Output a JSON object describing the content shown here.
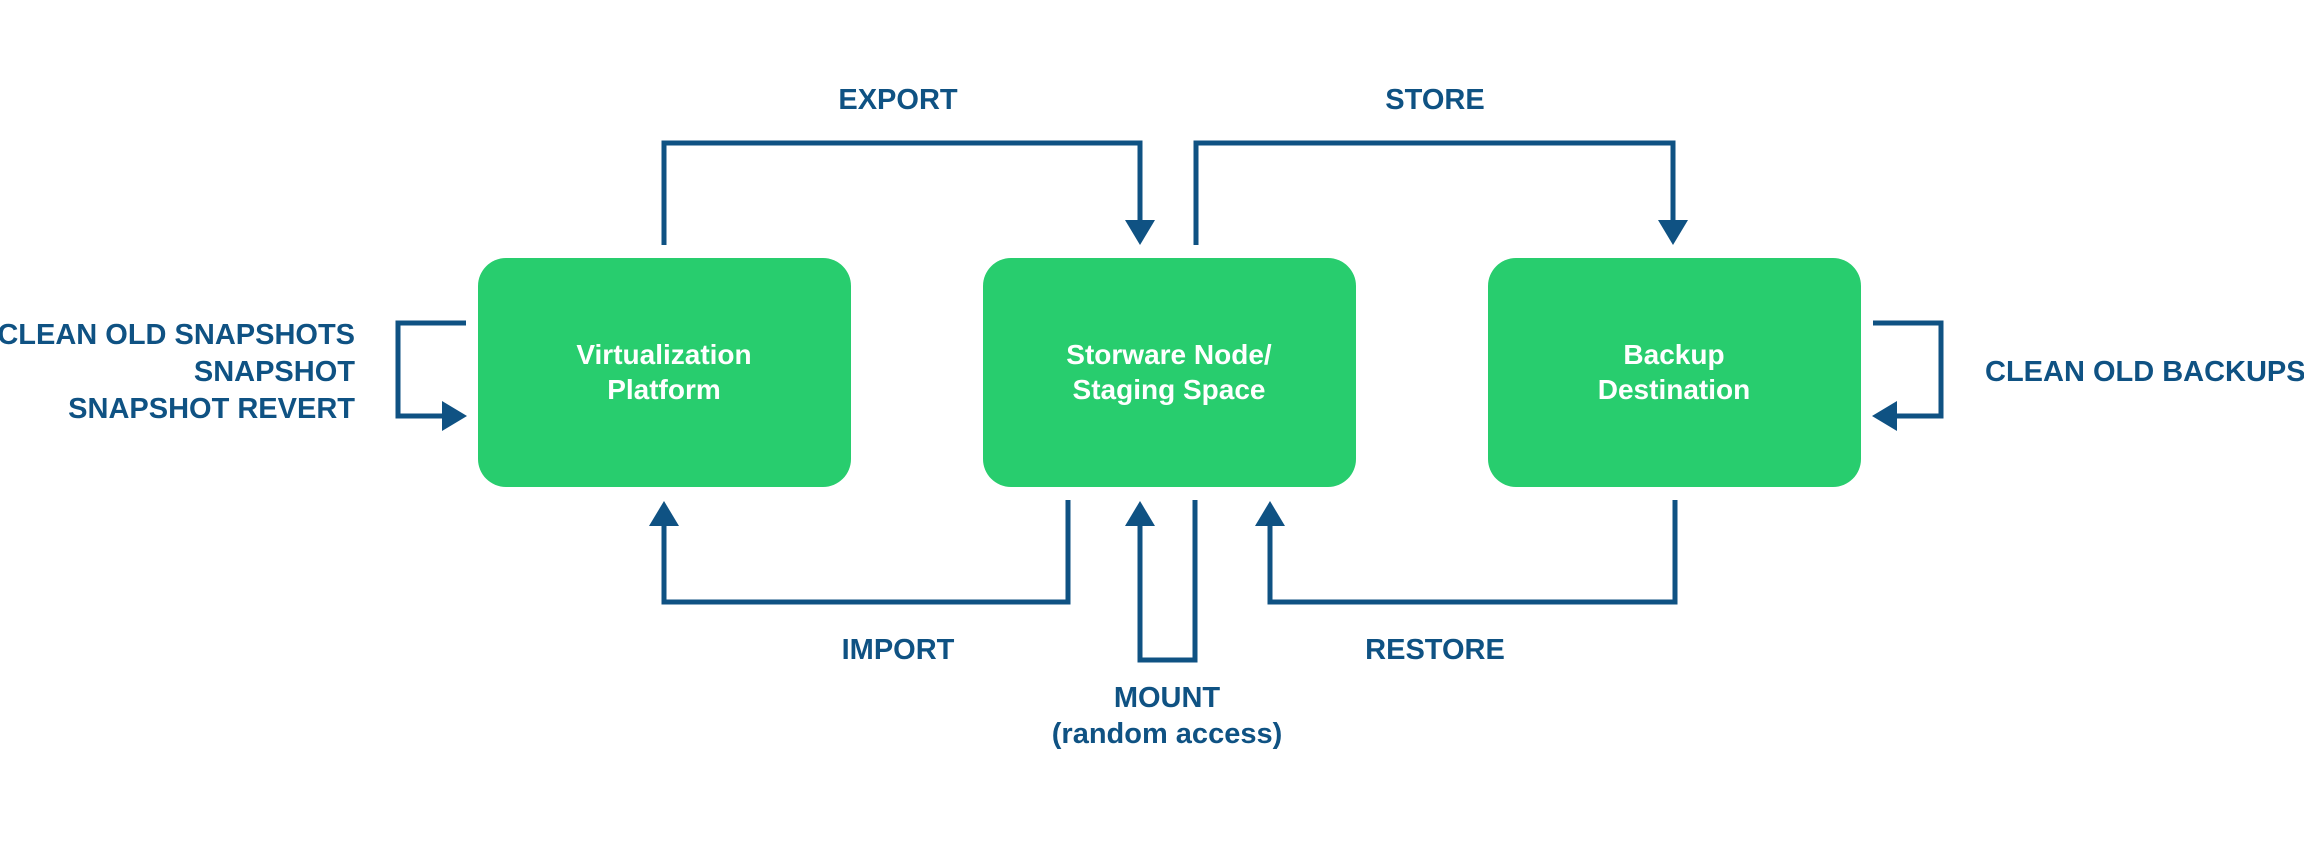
{
  "nodes": {
    "virtualization": {
      "line1": "Virtualization",
      "line2": "Platform"
    },
    "storware": {
      "line1": "Storware Node/",
      "line2": "Staging Space"
    },
    "backup": {
      "line1": "Backup",
      "line2": "Destination"
    }
  },
  "labels": {
    "export": "EXPORT",
    "store": "STORE",
    "import": "IMPORT",
    "restore": "RESTORE",
    "mount": "MOUNT",
    "mount_sub": "(random access)",
    "left_ops": [
      "CLEAN OLD SNAPSHOTS",
      "SNAPSHOT",
      "SNAPSHOT REVERT"
    ],
    "right_ops": "CLEAN OLD BACKUPS"
  },
  "colors": {
    "node_fill": "#28cd6e",
    "line": "#0f5283",
    "node_text": "#ffffff"
  }
}
